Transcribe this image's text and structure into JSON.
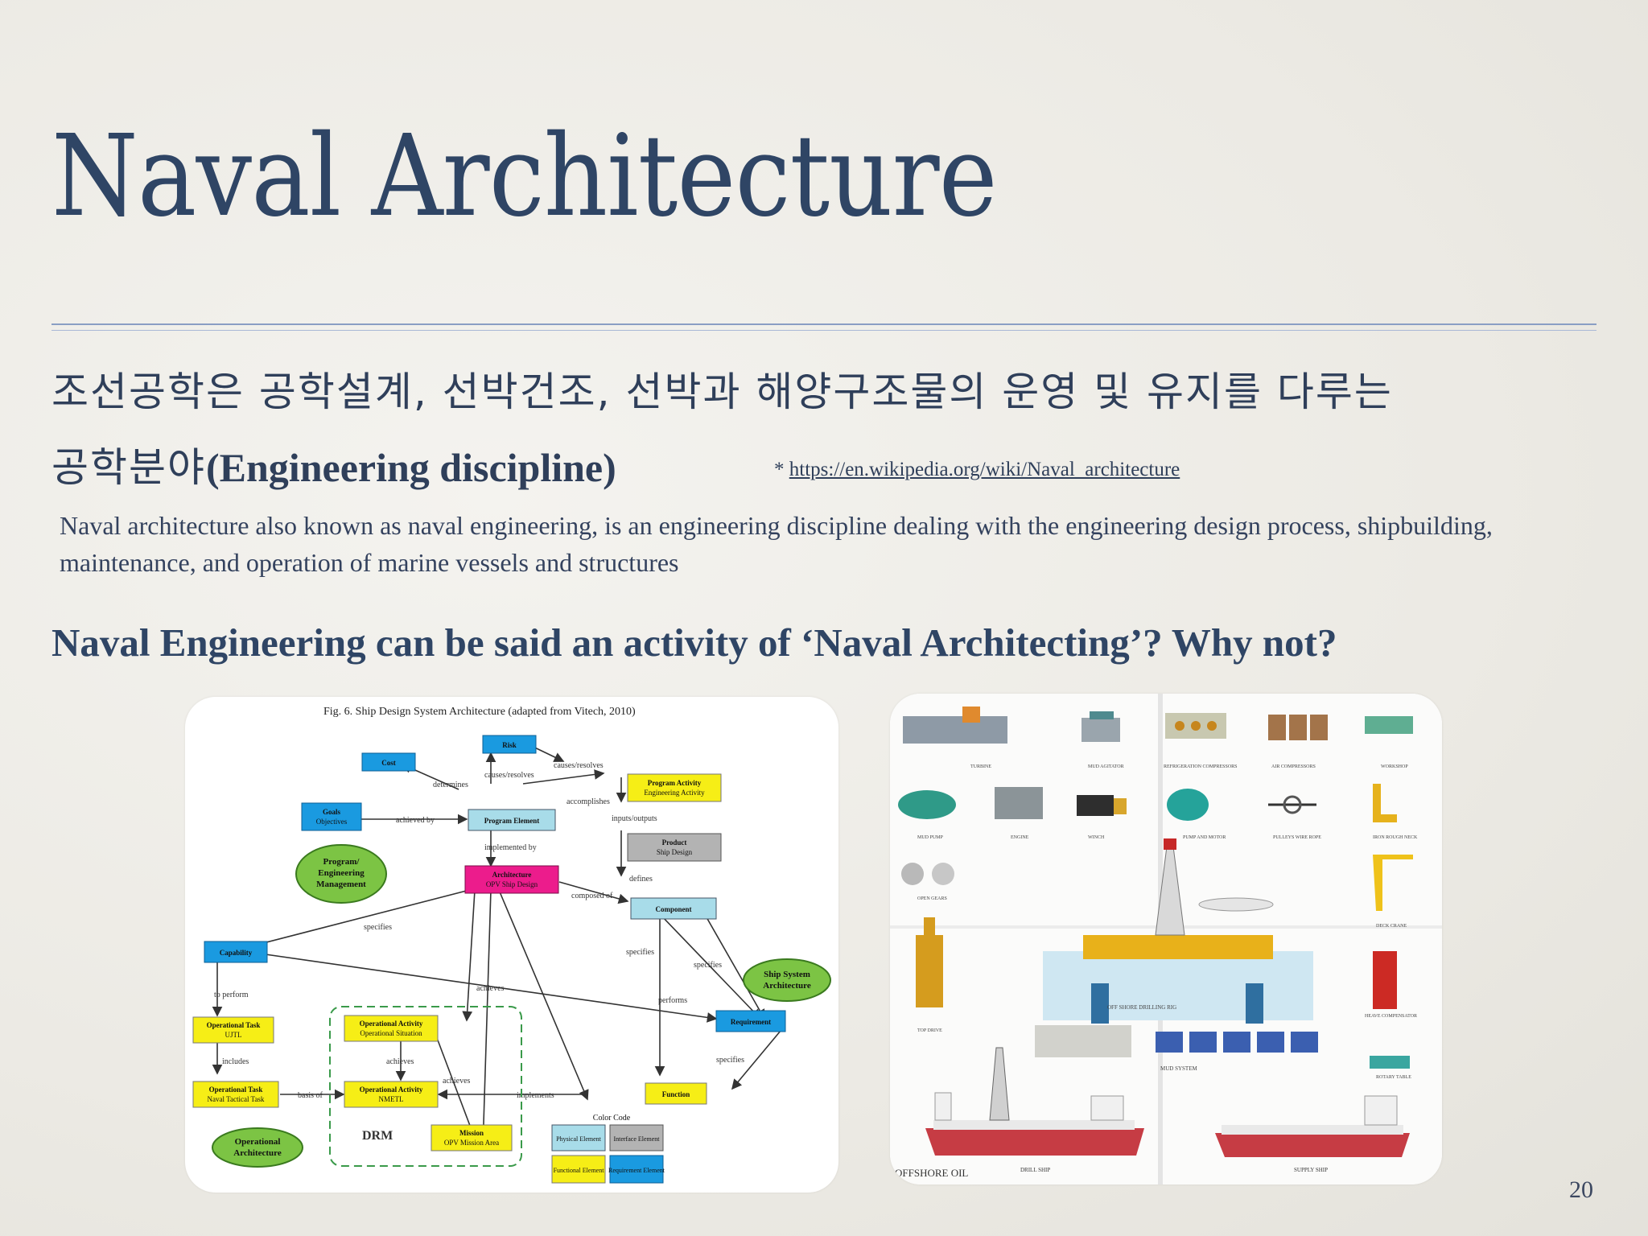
{
  "slide": {
    "title": "Naval Architecture",
    "korean_line1": "조선공학은 공학설계, 선박건조, 선박과 해양구조물의 운영 및 유지를 다루는",
    "korean_line2_ko": "공학분야",
    "korean_line2_en": "(Engineering discipline)",
    "reference_prefix": "* ",
    "reference_link": "https://en.wikipedia.org/wiki/Naval_architecture",
    "description": "Naval architecture also known as naval engineering, is an engineering discipline dealing with the engineering design process, shipbuilding, maintenance, and operation of marine vessels and structures",
    "question": "Naval Engineering can be said an activity of ‘Naval Architecting’? Why not?",
    "page_number": "20"
  },
  "diagram": {
    "caption": "Fig. 6. Ship Design System Architecture (adapted from Vitech, 2010)",
    "nodes": {
      "cost": "Cost",
      "risk": "Risk",
      "program_activity": "Program Activity",
      "program_activity_sub": "Engineering Activity",
      "goals": "Goals",
      "goals_sub": "Objectives",
      "program_element": "Program Element",
      "product": "Product",
      "product_sub": "Ship Design",
      "program_mgmt_1": "Program/",
      "program_mgmt_2": "Engineering",
      "program_mgmt_3": "Management",
      "architecture": "Architecture",
      "architecture_sub": "OPV Ship Design",
      "component": "Component",
      "capability": "Capability",
      "ship_system_1": "Ship System",
      "ship_system_2": "Architecture",
      "requirement": "Requirement",
      "op_task_1": "Operational Task",
      "op_task_1_sub": "UJTL",
      "op_activity_1": "Operational Activity",
      "op_activity_1_sub": "Operational Situation",
      "op_task_2": "Operational Task",
      "op_task_2_sub": "Naval Tactical Task",
      "op_activity_2": "Operational Activity",
      "op_activity_2_sub": "NMETL",
      "function": "Function",
      "op_arch_1": "Operational",
      "op_arch_2": "Architecture",
      "drm": "DRM",
      "mission": "Mission",
      "mission_sub": "OPV Mission Area",
      "color_code": "Color Code",
      "legend_physical": "Physical Element",
      "legend_interface": "Interface Element",
      "legend_functional": "Functional Element",
      "legend_requirement": "Requirement Element"
    },
    "edges": {
      "determines": "determines",
      "causes_resolves_1": "causes/resolves",
      "causes_resolves_2": "causes/resolves",
      "accomplishes": "accomplishes",
      "inputs_outputs": "inputs/outputs",
      "achieved_by": "achieved by",
      "implemented_by": "implemented by",
      "defines": "defines",
      "composed_of": "composed of",
      "specifies_1": "specifies",
      "specifies_2": "specifies",
      "specifies_3": "specifies",
      "specifies_4": "specifies",
      "to_perform": "to perform",
      "performs": "performs",
      "achieves_1": "achieves",
      "achieves_2": "achieves",
      "achieves_3": "achieves",
      "includes": "includes",
      "basis_of": "basis of",
      "implements": "implements"
    }
  },
  "rig": {
    "turbine": "TURBINE",
    "mud_agitator": "MUD AGITATOR",
    "refrigeration": "REFRIGERATION COMPRESSORS",
    "air_compressors": "AIR COMPRESSORS",
    "workshop": "WORKSHOP",
    "mud_pump": "MUD PUMP",
    "engine": "ENGINE",
    "winch": "WINCH",
    "pump_motor": "PUMP AND MOTOR",
    "pulleys": "PULLEYS WIRE ROPE",
    "iron_roughneck": "IRON ROUGH NECK",
    "open_gears": "OPEN GEARS",
    "deck_crane": "DECK CRANE",
    "drilling_rig": "OFF SHORE DRILLING RIG",
    "top_drive": "TOP DRIVE",
    "heave_comp": "HEAVE COMPENSATOR",
    "mud_system": "MUD SYSTEM",
    "rotary_table": "ROTARY TABLE",
    "offshore_oil": "OFFSHORE OIL",
    "drill_ship": "DRILL SHIP",
    "supply_ship": "SUPPLY SHIP"
  }
}
